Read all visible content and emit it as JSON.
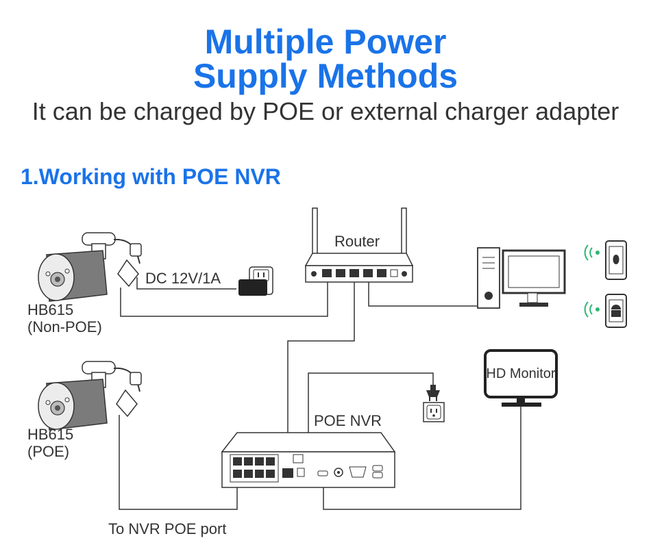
{
  "header": {
    "title_line1": "Multiple Power",
    "title_line2": "Supply Methods",
    "subtitle": "It can be charged by POE or external charger adapter"
  },
  "section": {
    "title": "1.Working with POE NVR"
  },
  "diagram": {
    "router_label": "Router",
    "dc_label": "DC 12V/1A",
    "camera1_model": "HB615",
    "camera1_type": "(Non-POE)",
    "camera2_model": "HB615",
    "camera2_type": "(POE)",
    "nvr_label": "POE NVR",
    "monitor_label": "HD Monitor",
    "nvr_port_label": "To NVR POE port"
  },
  "colors": {
    "accent": "#1a73e8",
    "wifi": "#2bb673",
    "line": "#333333"
  }
}
